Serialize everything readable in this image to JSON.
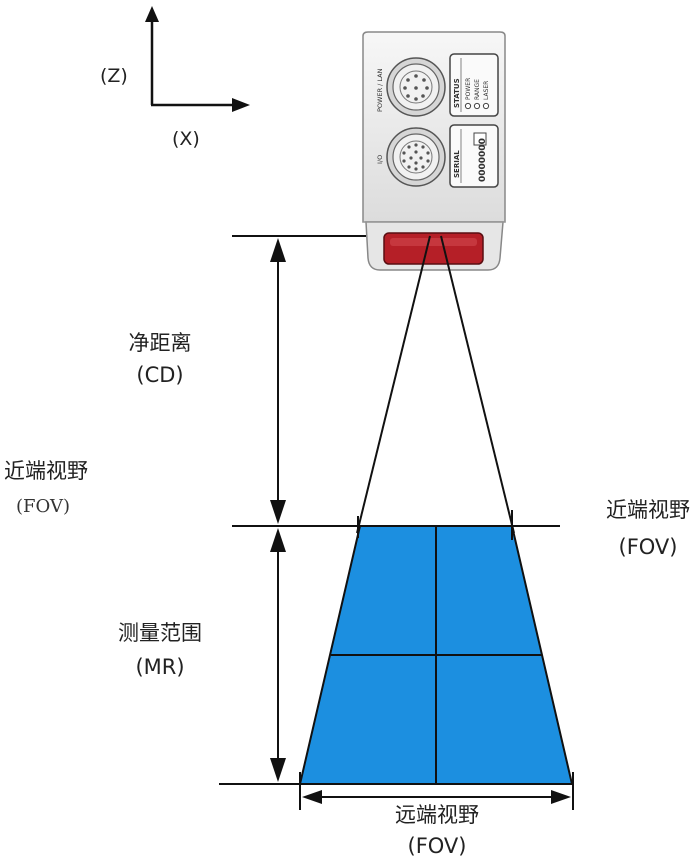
{
  "axes": {
    "z_label": "(Z)",
    "x_label": "(X)"
  },
  "sensor": {
    "port_top_label": "POWER / LAN",
    "port_bottom_label": "I/O",
    "status_title": "STATUS",
    "status_items": [
      "POWER",
      "RANGE",
      "LASER"
    ],
    "serial_title": "SERIAL",
    "serial_number": "0000000"
  },
  "labels": {
    "clearance_distance": {
      "line1": "净距离",
      "line2": "(CD)"
    },
    "near_fov_left": {
      "line1": "近端视野",
      "line2": "(FOV)"
    },
    "near_fov_right": {
      "line1": "近端视野",
      "line2": "(FOV)"
    },
    "measurement_range": {
      "line1": "测量范围",
      "line2": "(MR)"
    },
    "far_fov": {
      "line1": "远端视野",
      "line2": "(FOV)"
    }
  },
  "colors": {
    "field_blue": "#1c8fe0",
    "laser_window": "#b51f27",
    "line": "#111111",
    "sensor_body": "#eeeeee"
  }
}
